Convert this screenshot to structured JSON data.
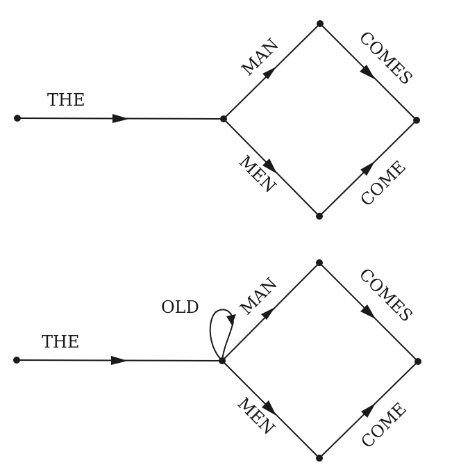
{
  "diagram_top": {
    "labels": {
      "the": "THE",
      "man": "MAN",
      "comes": "COMES",
      "men": "MEN",
      "come": "COME"
    }
  },
  "diagram_bottom": {
    "labels": {
      "the": "THE",
      "old": "OLD",
      "man": "MAN",
      "comes": "COMES",
      "men": "MEN",
      "come": "COME"
    }
  },
  "colors": {
    "ink": "#1a1a1a",
    "paper": "#ffffff"
  }
}
